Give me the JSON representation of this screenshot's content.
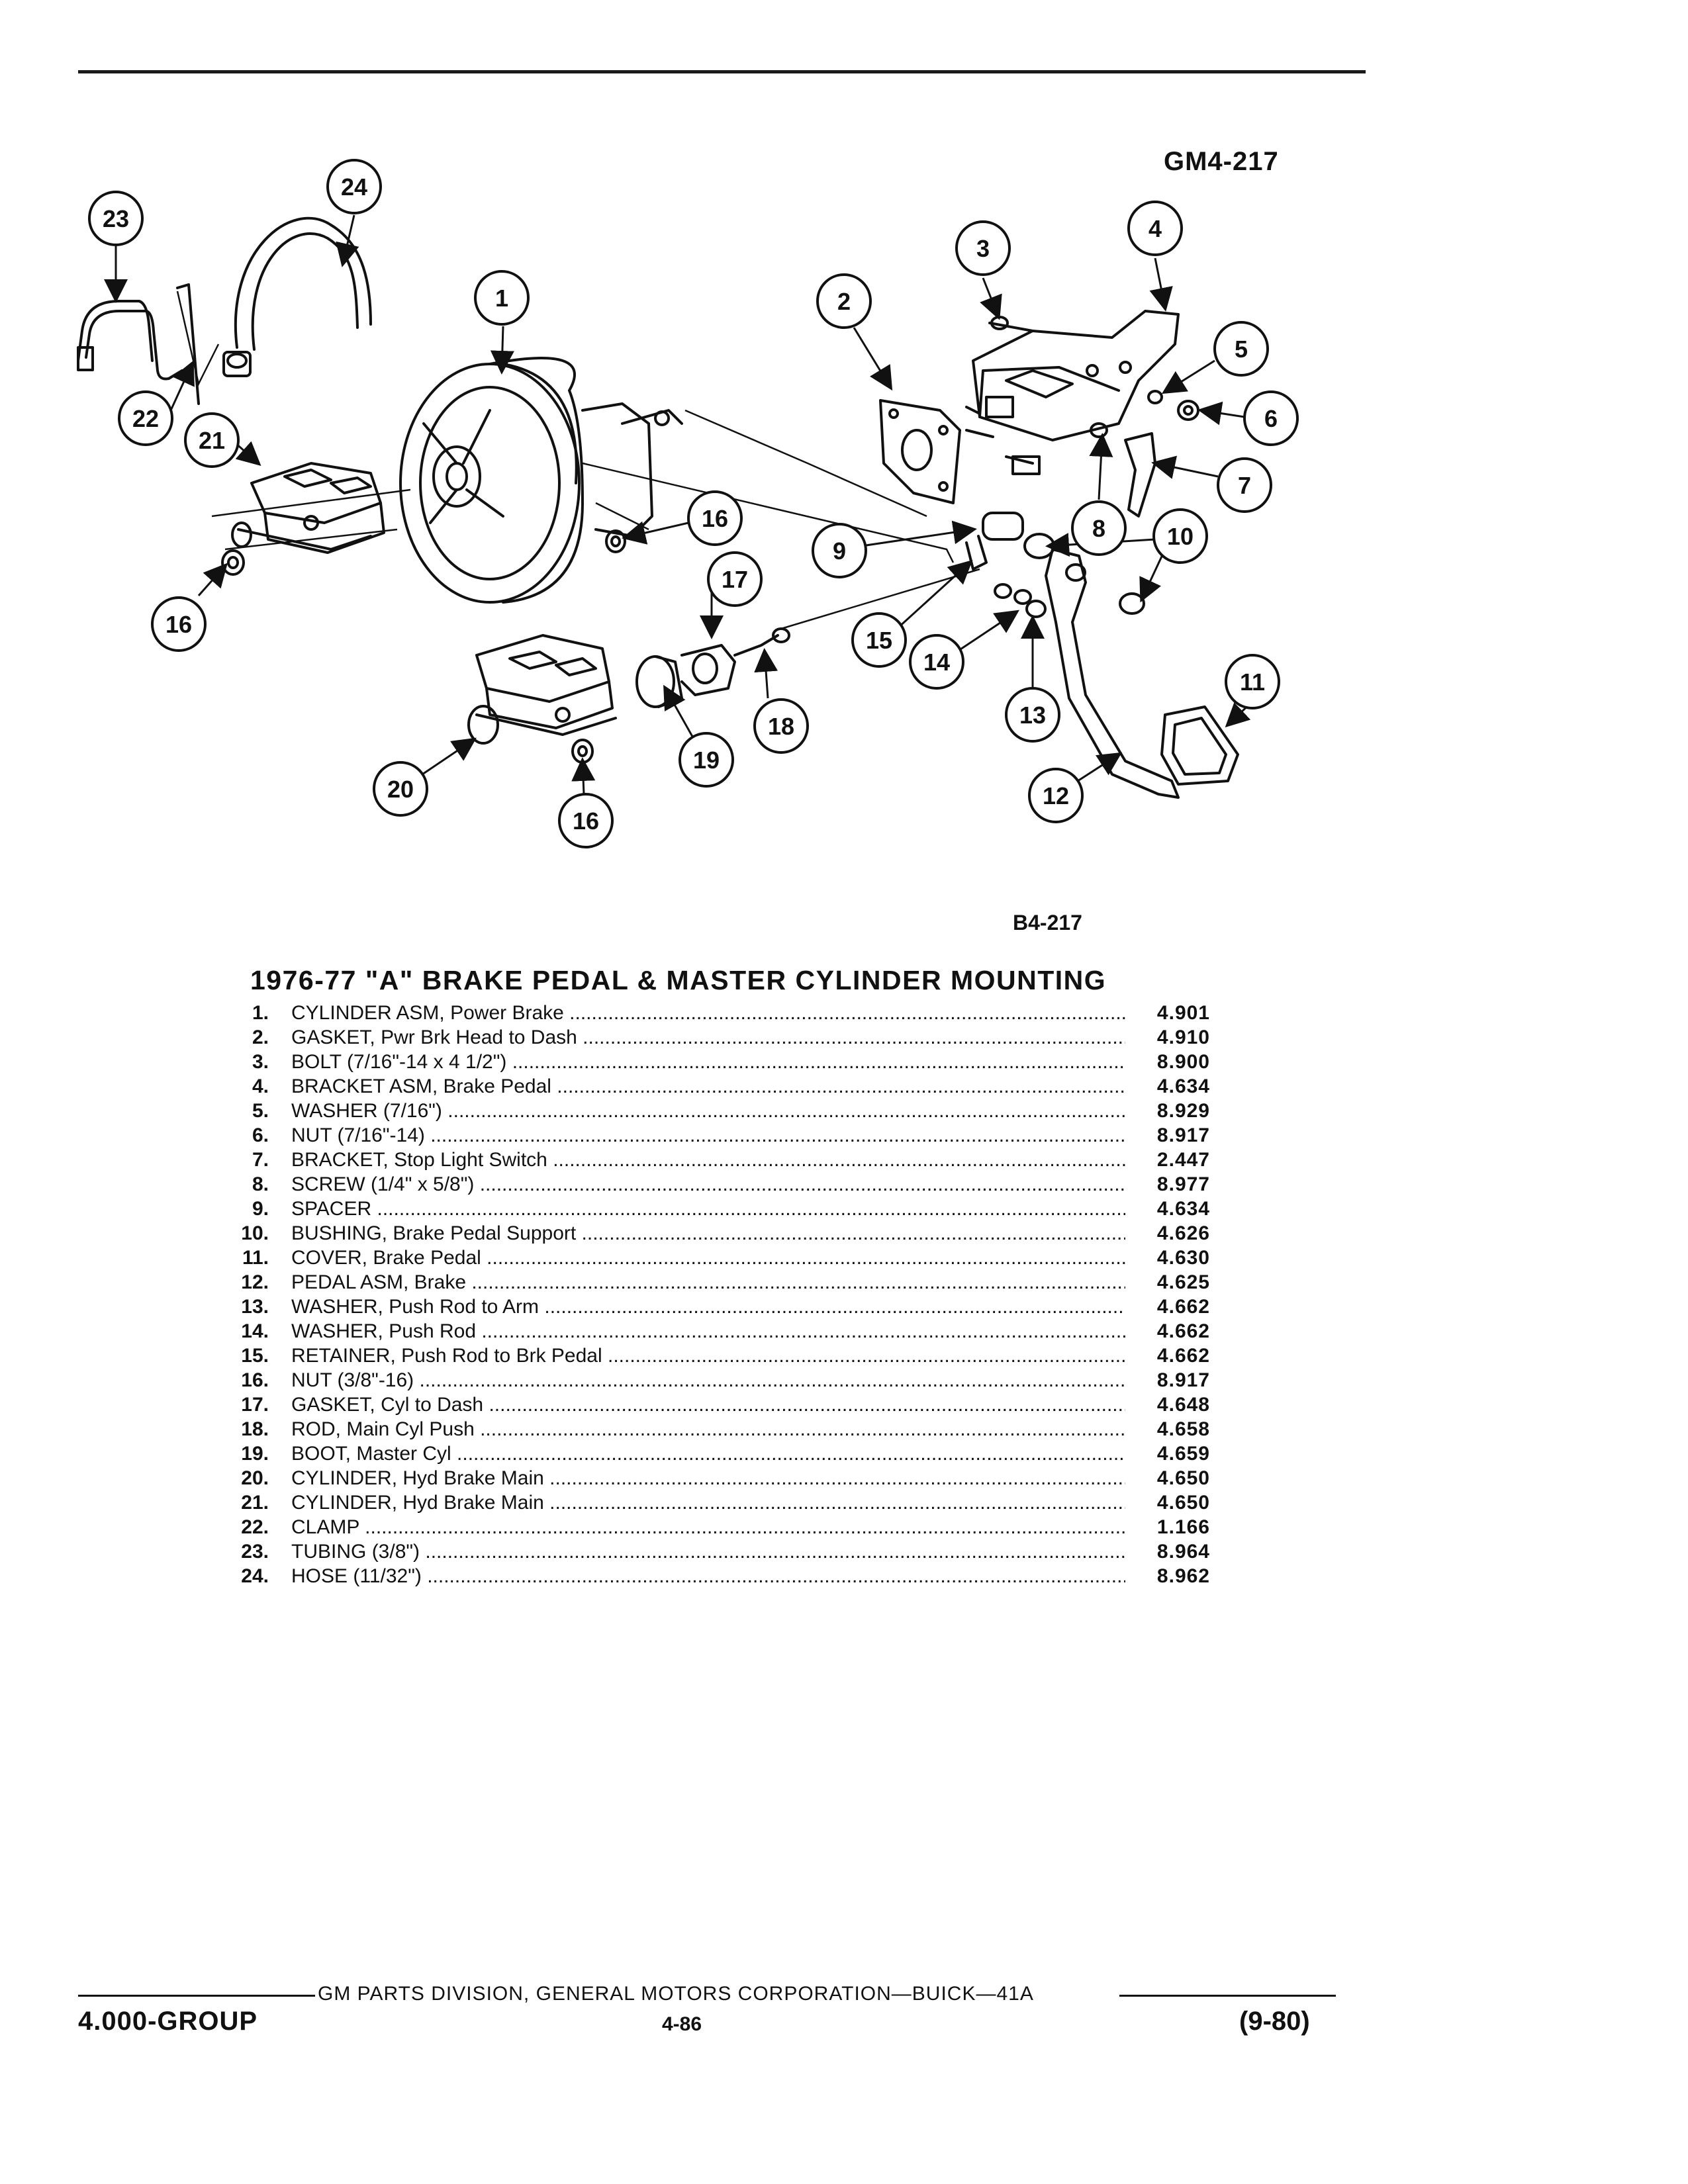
{
  "figure": {
    "code": "GM4-217",
    "ref": "B4-217"
  },
  "callouts": [
    "1",
    "2",
    "3",
    "4",
    "5",
    "6",
    "7",
    "8",
    "9",
    "10",
    "11",
    "12",
    "13",
    "14",
    "15",
    "16",
    "17",
    "18",
    "19",
    "20",
    "21",
    "22",
    "23",
    "24"
  ],
  "title": "1976-77 \"A\" BRAKE PEDAL & MASTER CYLINDER MOUNTING",
  "parts": [
    {
      "num": "1.",
      "name": "CYLINDER ASM,",
      "detail": "Power Brake",
      "value": "4.901"
    },
    {
      "num": "2.",
      "name": "GASKET,",
      "detail": "Pwr Brk Head to Dash",
      "value": "4.910"
    },
    {
      "num": "3.",
      "name": "BOLT",
      "detail": "(7/16\"-14 x 4 1/2\")",
      "value": "8.900"
    },
    {
      "num": "4.",
      "name": "BRACKET ASM,",
      "detail": "Brake Pedal",
      "value": "4.634"
    },
    {
      "num": "5.",
      "name": "WASHER",
      "detail": "(7/16\")",
      "value": "8.929"
    },
    {
      "num": "6.",
      "name": "NUT",
      "detail": "(7/16\"-14)",
      "value": "8.917"
    },
    {
      "num": "7.",
      "name": "BRACKET,",
      "detail": "Stop Light Switch",
      "value": "2.447"
    },
    {
      "num": "8.",
      "name": "SCREW",
      "detail": "(1/4\" x 5/8\")",
      "value": "8.977"
    },
    {
      "num": "9.",
      "name": "SPACER",
      "detail": "",
      "value": "4.634"
    },
    {
      "num": "10.",
      "name": "BUSHING,",
      "detail": "Brake Pedal Support",
      "value": "4.626"
    },
    {
      "num": "11.",
      "name": "COVER,",
      "detail": "Brake Pedal",
      "value": "4.630"
    },
    {
      "num": "12.",
      "name": "PEDAL ASM,",
      "detail": "Brake",
      "value": "4.625"
    },
    {
      "num": "13.",
      "name": "WASHER,",
      "detail": "Push Rod to Arm",
      "value": "4.662"
    },
    {
      "num": "14.",
      "name": "WASHER,",
      "detail": "Push Rod",
      "value": "4.662"
    },
    {
      "num": "15.",
      "name": "RETAINER,",
      "detail": "Push Rod to Brk Pedal",
      "value": "4.662"
    },
    {
      "num": "16.",
      "name": "NUT",
      "detail": "(3/8\"-16)",
      "value": "8.917"
    },
    {
      "num": "17.",
      "name": "GASKET,",
      "detail": "Cyl to Dash",
      "value": "4.648"
    },
    {
      "num": "18.",
      "name": "ROD,",
      "detail": "Main Cyl Push",
      "value": "4.658"
    },
    {
      "num": "19.",
      "name": "BOOT,",
      "detail": "Master Cyl",
      "value": "4.659"
    },
    {
      "num": "20.",
      "name": "CYLINDER,",
      "detail": "Hyd Brake Main",
      "value": "4.650"
    },
    {
      "num": "21.",
      "name": "CYLINDER,",
      "detail": "Hyd Brake Main",
      "value": "4.650"
    },
    {
      "num": "22.",
      "name": "CLAMP",
      "detail": "",
      "value": "1.166"
    },
    {
      "num": "23.",
      "name": "TUBING",
      "detail": "(3/8\")",
      "value": "8.964"
    },
    {
      "num": "24.",
      "name": "HOSE",
      "detail": "(11/32\")",
      "value": "8.962"
    }
  ],
  "footer": {
    "division": "GM PARTS DIVISION, GENERAL MOTORS CORPORATION—BUICK—41A",
    "group": "4.000-GROUP",
    "page": "4-86",
    "revision": "(9-80)"
  }
}
